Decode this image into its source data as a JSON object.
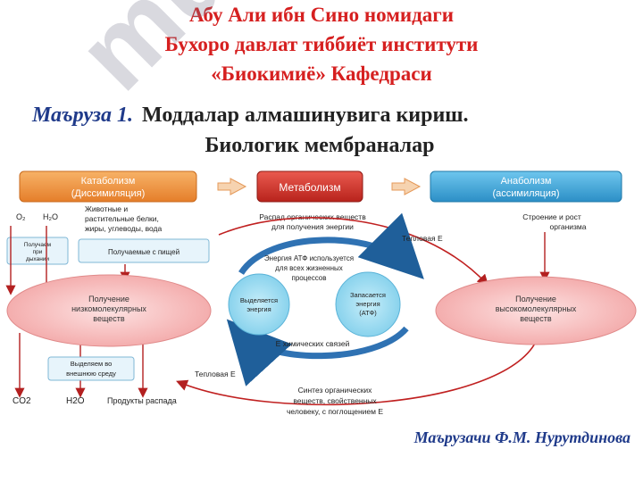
{
  "institution": {
    "line1": "Абу Али ибн Сино номидаги",
    "line2": "Бухоро давлат тиббиёт институти",
    "line3": "«Биокимиё» Кафедраси"
  },
  "lecture": {
    "number": "Маъруза 1.",
    "title_line1": "Моддалар алмашинувига кириш.",
    "title_line2": "Биологик мембраналар"
  },
  "diagram": {
    "catabolism": {
      "line1": "Катаболизм",
      "line2": "(Диссимиляция)"
    },
    "metabolism": "Метаболизм",
    "anabolism": {
      "line1": "Анаболизм",
      "line2": "(ассимиляция)"
    },
    "o2": "O₂",
    "h2o_in": "H₂O",
    "food": {
      "line1": "Животные и",
      "line2": "растительные белки,",
      "line3": "жиры, углеводы, вода"
    },
    "decay": {
      "line1": "Распад органических веществ",
      "line2": "для получения энергии"
    },
    "growth": {
      "line1": "Строение и рост",
      "line2": "организма"
    },
    "received_with_food": "Получаемые с пищей",
    "received_breathing": {
      "line1": "Получаем",
      "line2": "при",
      "line3": "дыхании"
    },
    "heat_e_top": "Тепловая Е",
    "atp_use": {
      "line1": "Энергия АТФ используется",
      "line2": "для всех жизненных",
      "line3": "процессов"
    },
    "low_mol": {
      "line1": "Получение",
      "line2": "низкомолекулярных",
      "line3": "веществ"
    },
    "high_mol": {
      "line1": "Получение",
      "line2": "высокомолекулярных",
      "line3": "веществ"
    },
    "released_energy": {
      "line1": "Выделяется",
      "line2": "энергия"
    },
    "stored_energy": {
      "line1": "Запасается",
      "line2": "энергия",
      "line3": "(АТФ)"
    },
    "chem_bond_energy": "Е химических связей",
    "excreted": {
      "line1": "Выделяем во",
      "line2": "внешнюю среду"
    },
    "heat_e_bottom": "Тепловая Е",
    "co2": "CO2",
    "h2o_out": "H2O",
    "decay_products": "Продукты распада",
    "synthesis": {
      "line1": "Синтез органических",
      "line2": "веществ, свойственных",
      "line3": "человеку, с поглощением Е"
    }
  },
  "watermark": "multiurok",
  "lecturer": "Маърузачи Ф.М. Нурутдинова",
  "colors": {
    "title_red": "#d62020",
    "lecture_blue": "#1f3a8a",
    "catabolism_orange": "#f0923a",
    "metabolism_red": "#d9342b",
    "anabolism_blue": "#3aa4d8"
  }
}
